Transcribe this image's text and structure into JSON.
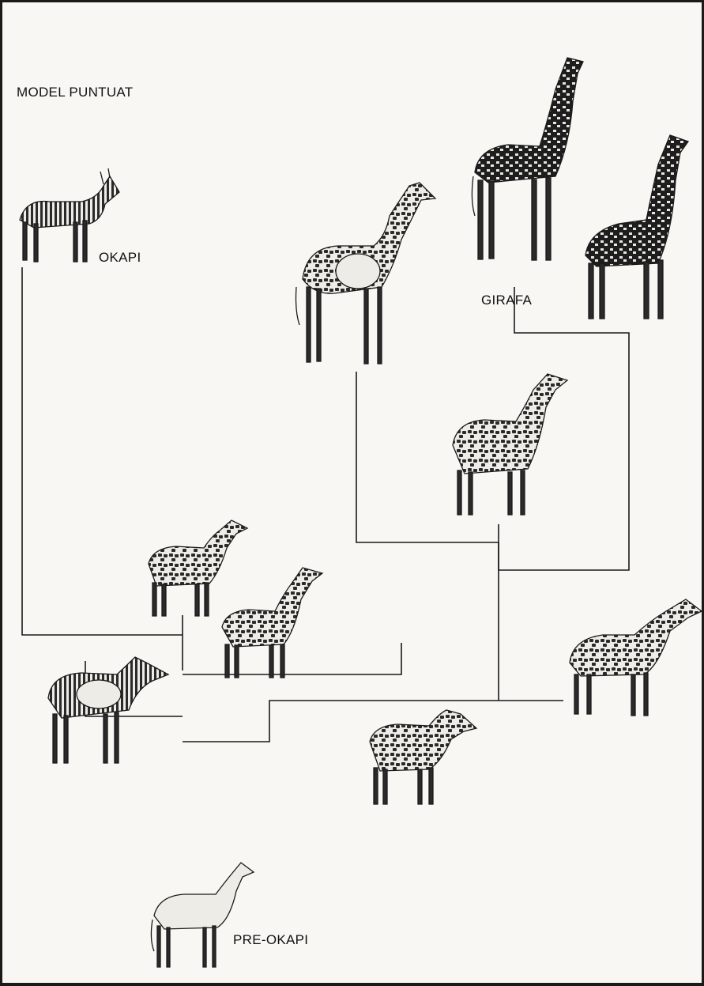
{
  "diagram": {
    "title": "MODEL PUNTUAT",
    "labels": {
      "okapi": "OKAPI",
      "girafa": "GIRAFA",
      "pre_okapi": "PRE-OKAPI"
    },
    "animals": [
      {
        "id": "okapi-modern",
        "icon": "okapi-icon",
        "pattern": "striped"
      },
      {
        "id": "giraffe-pale-tall",
        "icon": "giraffe-icon",
        "pattern": "pale"
      },
      {
        "id": "giraffe-dark-tallest",
        "icon": "giraffe-icon",
        "pattern": "dark"
      },
      {
        "id": "giraffe-dark-right",
        "icon": "giraffe-icon",
        "pattern": "dark"
      },
      {
        "id": "giraffe-mid-center",
        "icon": "giraffe-icon",
        "pattern": "spotted"
      },
      {
        "id": "giraffid-small-left",
        "icon": "giraffe-icon",
        "pattern": "spotted"
      },
      {
        "id": "giraffid-small-center",
        "icon": "giraffe-icon",
        "pattern": "spotted"
      },
      {
        "id": "okapi-ancestral",
        "icon": "okapi-icon",
        "pattern": "striped"
      },
      {
        "id": "giraffid-right",
        "icon": "giraffe-icon",
        "pattern": "spotted"
      },
      {
        "id": "giraffid-lower-center",
        "icon": "okapi-icon",
        "pattern": "spotted"
      },
      {
        "id": "pre-okapi",
        "icon": "okapi-icon",
        "pattern": "pale"
      }
    ],
    "colors": {
      "ink": "#1a1a1a",
      "paper": "#f8f7f3",
      "pale_fill": "#eeece6",
      "spot": "#2a2a2a"
    }
  }
}
